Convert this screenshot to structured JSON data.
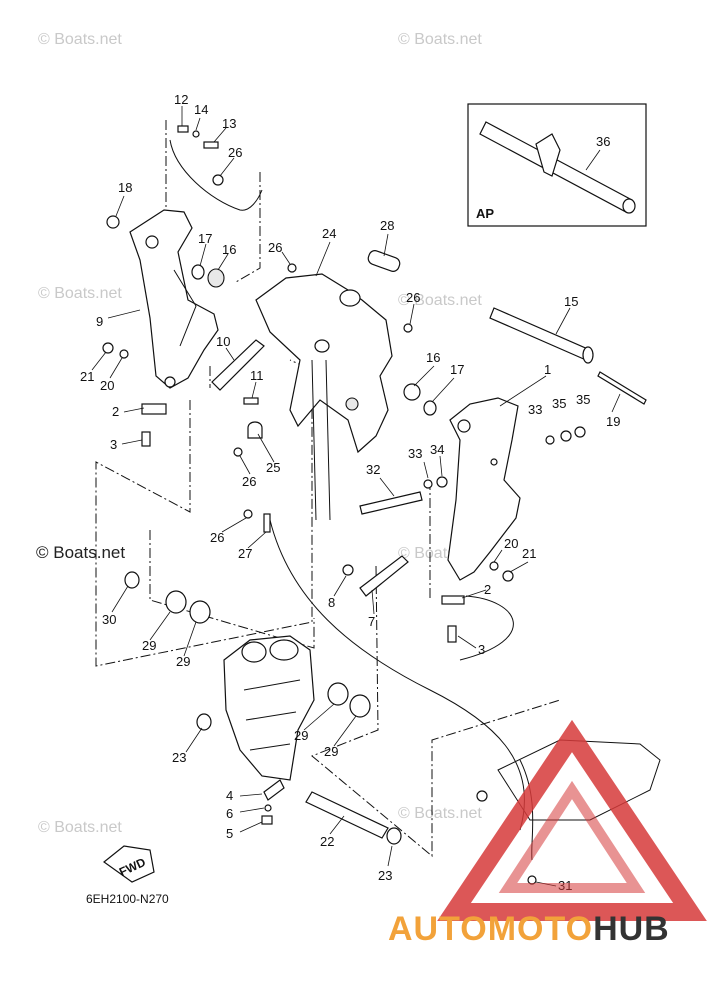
{
  "watermark": "© Boats.net",
  "diagram_code": "6EH2100-N270",
  "fwd_label": "FWD",
  "ap_label": "AP",
  "brand": {
    "part1": "AUTOMOTO",
    "part2": "HUB",
    "color_primary": "#f2a23a",
    "color_dark": "#333333",
    "logo_color": "#d63a3a"
  },
  "callouts": {
    "c1": "1",
    "c2a": "2",
    "c2b": "2",
    "c3a": "3",
    "c3b": "3",
    "c4": "4",
    "c5": "5",
    "c6": "6",
    "c7": "7",
    "c8": "8",
    "c9": "9",
    "c10": "10",
    "c11": "11",
    "c12": "12",
    "c13": "13",
    "c14": "14",
    "c15": "15",
    "c16a": "16",
    "c16b": "16",
    "c17a": "17",
    "c17b": "17",
    "c18": "18",
    "c19": "19",
    "c20a": "20",
    "c20b": "20",
    "c21a": "21",
    "c21b": "21",
    "c22": "22",
    "c23a": "23",
    "c23b": "23",
    "c24": "24",
    "c25": "25",
    "c26a": "26",
    "c26b": "26",
    "c26c": "26",
    "c26d": "26",
    "c26e": "26",
    "c27": "27",
    "c28": "28",
    "c29a": "29",
    "c29b": "29",
    "c29c": "29",
    "c29d": "29",
    "c30": "30",
    "c31": "31",
    "c32": "32",
    "c33a": "33",
    "c33b": "33",
    "c34": "34",
    "c35a": "35",
    "c35b": "35",
    "c36": "36"
  }
}
